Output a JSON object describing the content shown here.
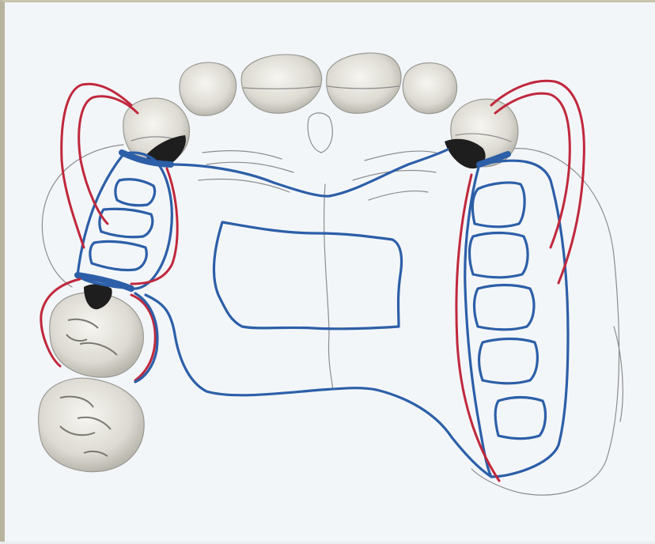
{
  "figure": {
    "colors": {
      "framework_blue": "#2c5fa8",
      "clasp_red": "#c0283c",
      "pencil_outline": "#8c8c8c",
      "rest_black": "#1e1e1e",
      "tooth_fill": "#e2e0d8",
      "background": "#f3f6f9"
    },
    "elements": [
      "anterior-teeth",
      "left-abutment-tooth",
      "right-abutment-tooth",
      "left-molars",
      "major-connector",
      "palatal-window",
      "retention-grid-left",
      "retention-grid-right",
      "clasps",
      "rests"
    ]
  }
}
